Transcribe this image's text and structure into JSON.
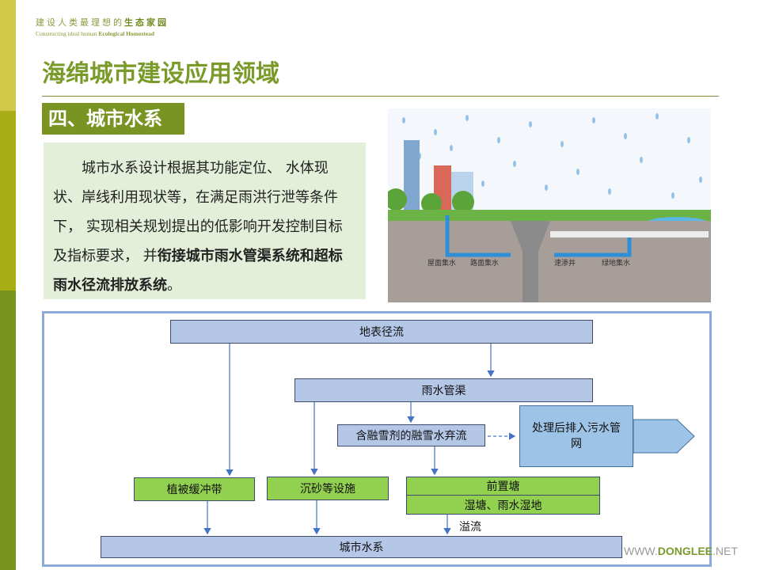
{
  "header": {
    "tagline_cn_prefix": "建设人类最理想的",
    "tagline_cn_bold": "生态家园",
    "tagline_en_prefix": "Constructing ideal human ",
    "tagline_en_bold": "Ecological Homestead"
  },
  "title": "海绵城市建设应用领域",
  "section": "四、城市水系",
  "body": {
    "text_plain": "城市水系设计根据其功能定位、 水体现状、岸线利用现状等，在满足雨洪行泄等条件下， 实现相关规划提出的低影响开发控制目标及指标要求， 并",
    "text_bold": "衔接城市雨水管渠系统和超标雨水径流排放系统",
    "text_end": "。"
  },
  "illustration": {
    "labels": [
      "屋面集水",
      "路面集水",
      "速渗井",
      "绿地集水"
    ]
  },
  "flowchart": {
    "surface_runoff": "地表径流",
    "rain_pipe": "雨水管渠",
    "snowmelt": "含融雪剂的融雪水弃流",
    "sewer": "处理后排入污水管网",
    "vegetation_buffer": "植被缓冲带",
    "sedimentation": "沉砂等设施",
    "forebay": "前置塘",
    "wetland": "湿塘、雨水湿地",
    "overflow": "溢流",
    "city_water": "城市水系"
  },
  "watermark": {
    "prefix": "WWW.",
    "brand": "DONGLEE",
    "suffix": ".NET"
  },
  "colors": {
    "accent_green": "#7a9424",
    "flow_blue": "#b4c7e7",
    "flow_green": "#92d050",
    "frame": "#8eaadb"
  }
}
